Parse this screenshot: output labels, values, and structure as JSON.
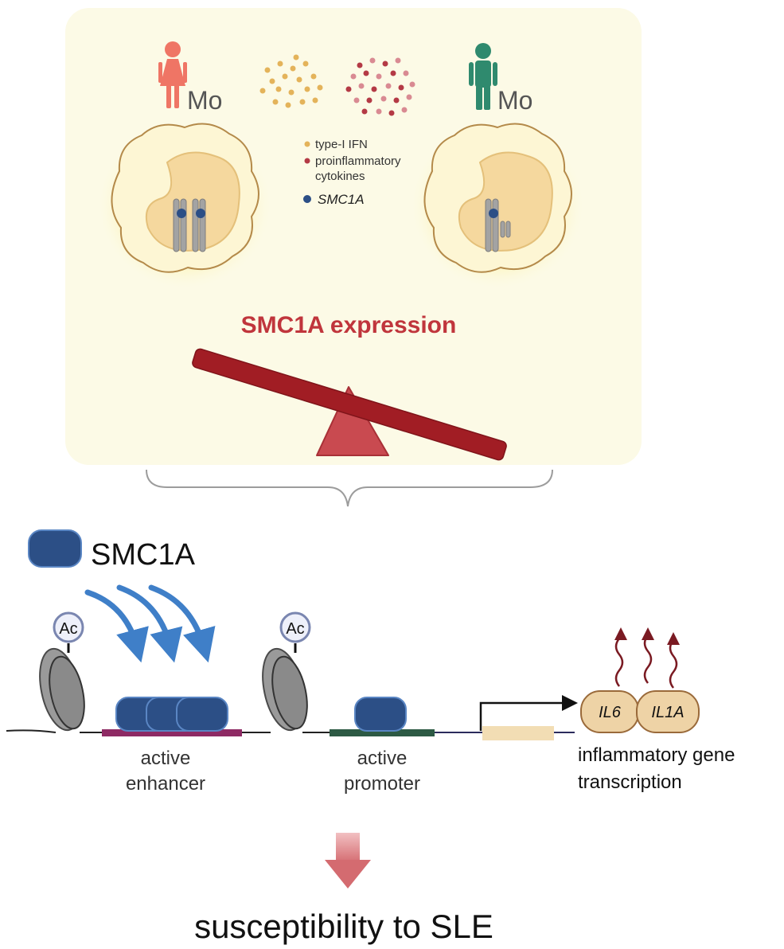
{
  "top_panel": {
    "left_cell_label": "Mo",
    "right_cell_label": "Mo",
    "legend": {
      "ifn": "type-I IFN",
      "cytokines_line1": "proinflammatory",
      "cytokines_line2": "cytokines",
      "smc1a": "SMC1A"
    },
    "expression_label": "SMC1A expression"
  },
  "bottom_panel": {
    "protein_label": "SMC1A",
    "ac_label": "Ac",
    "enhancer_line1": "active",
    "enhancer_line2": "enhancer",
    "promoter_line1": "active",
    "promoter_line2": "promoter",
    "gene1": "IL6",
    "gene2": "IL1A",
    "transcription_line1": "inflammatory gene",
    "transcription_line2": "transcription",
    "outcome": "susceptibility to SLE"
  },
  "colors": {
    "panel_bg": "#fcfae6",
    "cell_fill": "#fdf6d2",
    "nucleus": "#f5d89e",
    "accent_red": "#c0353c",
    "female": "#ef7565",
    "male": "#2f8a6e",
    "smc1a_blue": "#2c4f86",
    "arrow_blue": "#3f7fc8",
    "gene_fill": "#eed3a6"
  }
}
